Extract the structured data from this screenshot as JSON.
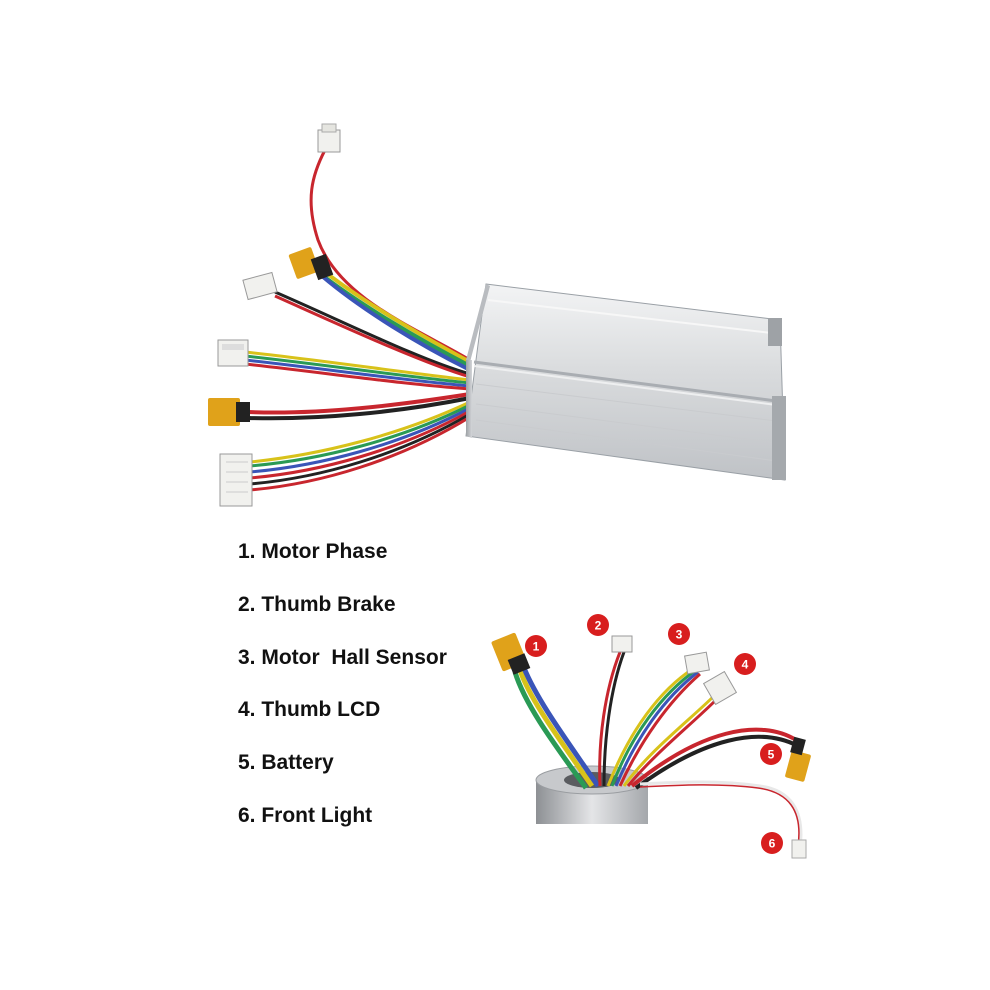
{
  "legend": [
    "1. Motor Phase",
    "2. Thumb Brake",
    "3. Motor  Hall Sensor",
    "4. Thumb LCD",
    "5. Battery",
    "6. Front Light"
  ],
  "badges": [
    "1",
    "2",
    "3",
    "4",
    "5",
    "6"
  ],
  "colors": {
    "badge_red": "#d81e1e",
    "xt_connector": "#e0a21a",
    "housing": "#d9dbde",
    "wire_red": "#c8262e",
    "wire_yellow": "#d8c21a",
    "wire_green": "#2a9a55",
    "wire_blue": "#3a55b8",
    "wire_black": "#222222"
  }
}
